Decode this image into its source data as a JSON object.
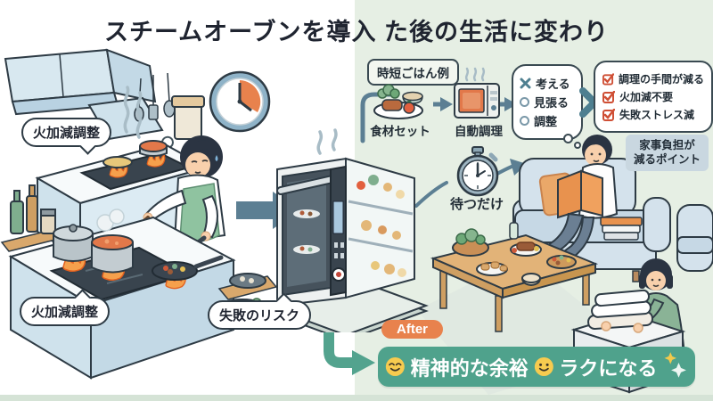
{
  "title": "スチームオーブンを導入 た後の生活に変わり",
  "kitchen": {
    "label_heat_top": "火加減調整",
    "label_heat_bottom": "火加減調整",
    "label_risk": "失敗のリスク"
  },
  "flow": {
    "badge": "時短ごはん例",
    "step_ingredients": "食材セット",
    "step_auto_cook": "自動調理",
    "step_wait": "待つだけ",
    "old_tasks": [
      {
        "label": "考える"
      },
      {
        "label": "見張る"
      },
      {
        "label": "調整"
      }
    ],
    "benefits": [
      {
        "label": "調理の手間が減る"
      },
      {
        "label": "火加減不要"
      },
      {
        "label": "失敗ストレス減"
      }
    ],
    "points_line1": "家事負担が",
    "points_line2": "減るポイント"
  },
  "after": {
    "badge": "After",
    "benefit1": "精神的な余裕",
    "benefit2": "ラクになる"
  },
  "colors": {
    "accent_teal": "#4fa28c",
    "accent_orange": "#e8824d",
    "arrow_blue": "#5c7f93",
    "check_red": "#cf4f35",
    "bg_green": "#e6efe4"
  }
}
